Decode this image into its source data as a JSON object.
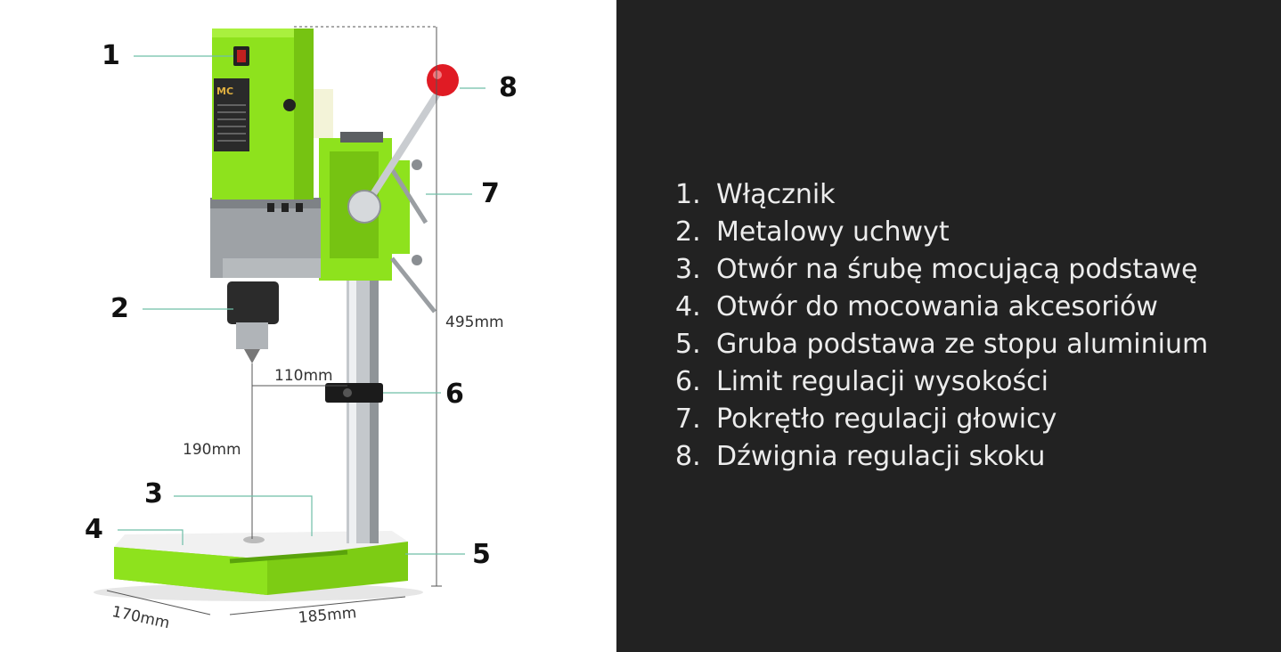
{
  "callouts": [
    "1",
    "2",
    "3",
    "4",
    "5",
    "6",
    "7",
    "8"
  ],
  "dimensions": {
    "height": "495mm",
    "reach": "110mm",
    "depth_to_base": "190mm",
    "base_width": "170mm",
    "base_length": "185mm"
  },
  "features": [
    {
      "num": "1.",
      "text": "Włącznik"
    },
    {
      "num": "2.",
      "text": "Metalowy uchwyt"
    },
    {
      "num": "3.",
      "text": "Otwór na śrubę mocującą podstawę"
    },
    {
      "num": "4.",
      "text": "Otwór do mocowania akcesoriów"
    },
    {
      "num": "5.",
      "text": "Gruba podstawa ze stopu aluminium"
    },
    {
      "num": "6.",
      "text": "Limit regulacji wysokości"
    },
    {
      "num": "7.",
      "text": "Pokrętło regulacji głowicy"
    },
    {
      "num": "8.",
      "text": "Dźwignia regulacji skoku"
    }
  ],
  "colors": {
    "body_green": "#8ee21d",
    "metal": "#b8bcc0",
    "knob_red": "#e01b24",
    "panel_dark": "#222222"
  },
  "product_label_logo": "MC"
}
